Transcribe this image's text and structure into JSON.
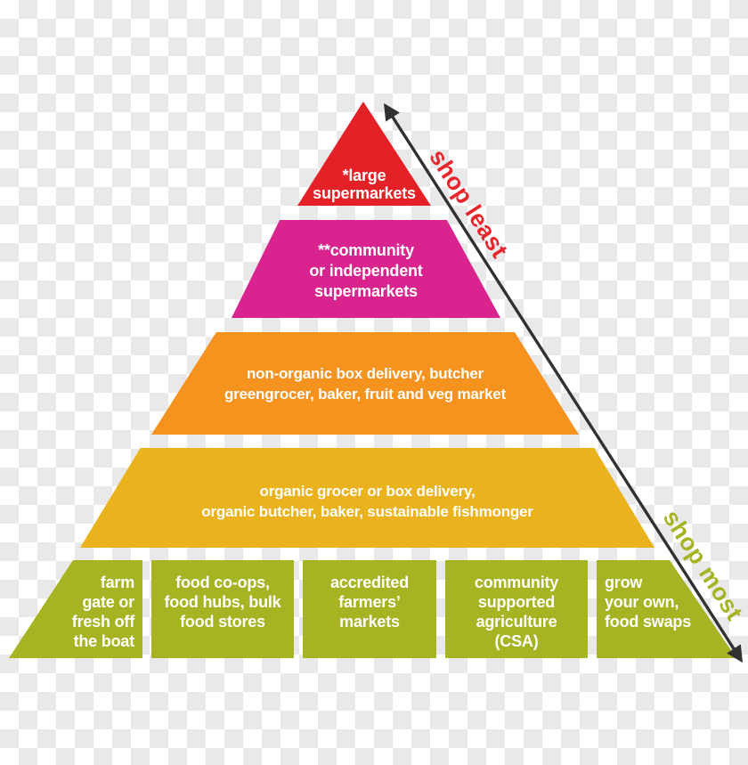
{
  "background": {
    "checker_light": "#ffffff",
    "checker_dark": "#e9e9e9"
  },
  "pyramid": {
    "levels": [
      {
        "text": "*large\nsupermarkets",
        "color": "#e42127"
      },
      {
        "text": "**community\nor independent\nsupermarkets",
        "color": "#d9248f"
      },
      {
        "text": "non-organic box delivery, butcher\ngreengrocer, baker, fruit and veg market",
        "color": "#f6921e"
      },
      {
        "text": "organic grocer or box delivery,\norganic butcher, baker, sustainable fishmonger",
        "color": "#eab31e"
      }
    ],
    "base_color": "#a6b322",
    "base_boxes": [
      {
        "text": "farm\ngate or\nfresh off\nthe boat"
      },
      {
        "text": "food co-ops,\nfood hubs, bulk\nfood stores"
      },
      {
        "text": "accredited\nfarmers’\nmarkets"
      },
      {
        "text": "community\nsupported\nagriculture\n(CSA)"
      },
      {
        "text": "grow\nyour own,\nfood swaps"
      }
    ]
  },
  "arrow": {
    "top_label": "shop least",
    "top_label_color": "#e7252c",
    "bottom_label": "shop most",
    "bottom_label_color": "#a6b322",
    "line_color": "#323031"
  }
}
